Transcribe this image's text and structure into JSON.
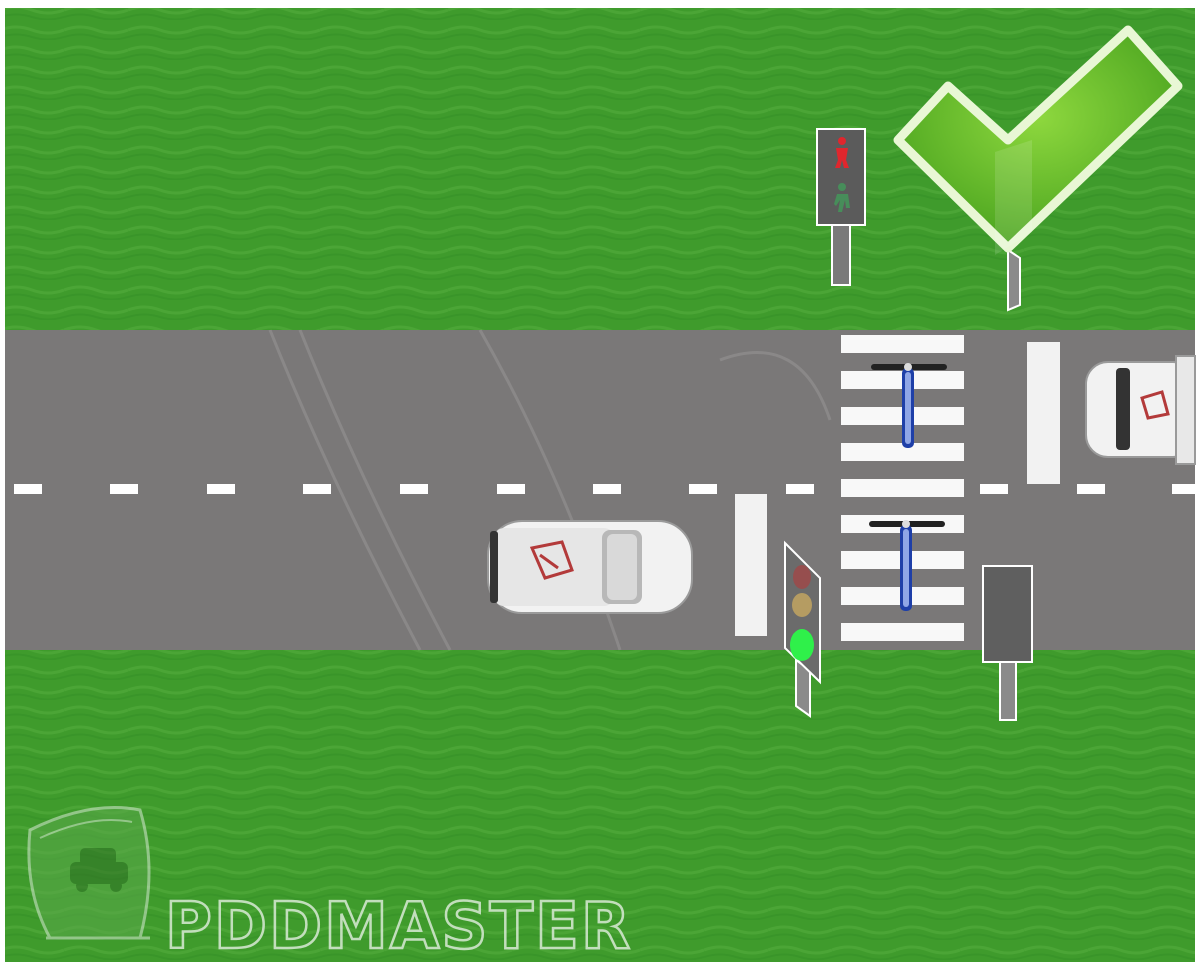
{
  "scene": {
    "type": "road-intersection-diagram",
    "roadColor": "#7a7878",
    "grassColor": "#3f9b2c",
    "lineColor": "#ffffff",
    "vehicles": [
      {
        "name": "white-car",
        "direction": "right",
        "color": "#f2f2f2"
      },
      {
        "name": "white-truck",
        "direction": "left",
        "color": "#f2f2f2"
      }
    ],
    "bicycles": [
      {
        "name": "bicycle-top",
        "color": "#1e3fa8"
      },
      {
        "name": "bicycle-bottom",
        "color": "#1e3fa8"
      }
    ],
    "pedestrianLight": {
      "active": "red",
      "colors": {
        "red": "#e0262d",
        "green": "#3fa35a"
      }
    },
    "trafficLight": {
      "active": "green",
      "colors": {
        "red": "#b33a3a",
        "yellow": "#c8a960",
        "green": "#2ff04a"
      }
    },
    "answerMark": {
      "icon": "checkmark-icon",
      "correct": true,
      "color": "#5ab52a"
    }
  },
  "watermark": {
    "text": "PDDMASTER",
    "color": "#d9ead6"
  }
}
